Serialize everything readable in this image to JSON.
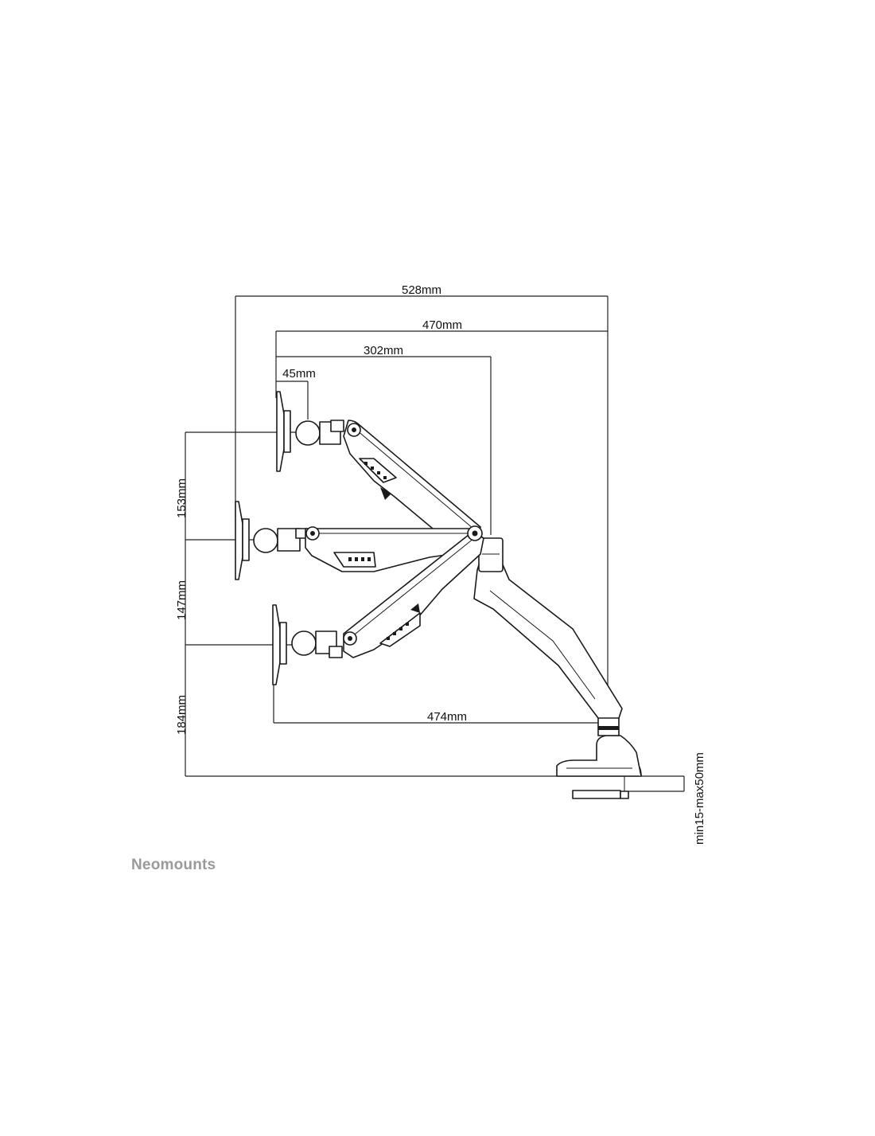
{
  "brand": "Neomounts",
  "dimensions": {
    "total_width": "528mm",
    "arm_reach": "470mm",
    "middle_reach": "302mm",
    "head_offset": "45mm",
    "base_reach": "474mm",
    "upper_height": "153mm",
    "middle_height": "147mm",
    "lower_height": "184mm",
    "desk_thickness": "min15-max50mm"
  }
}
